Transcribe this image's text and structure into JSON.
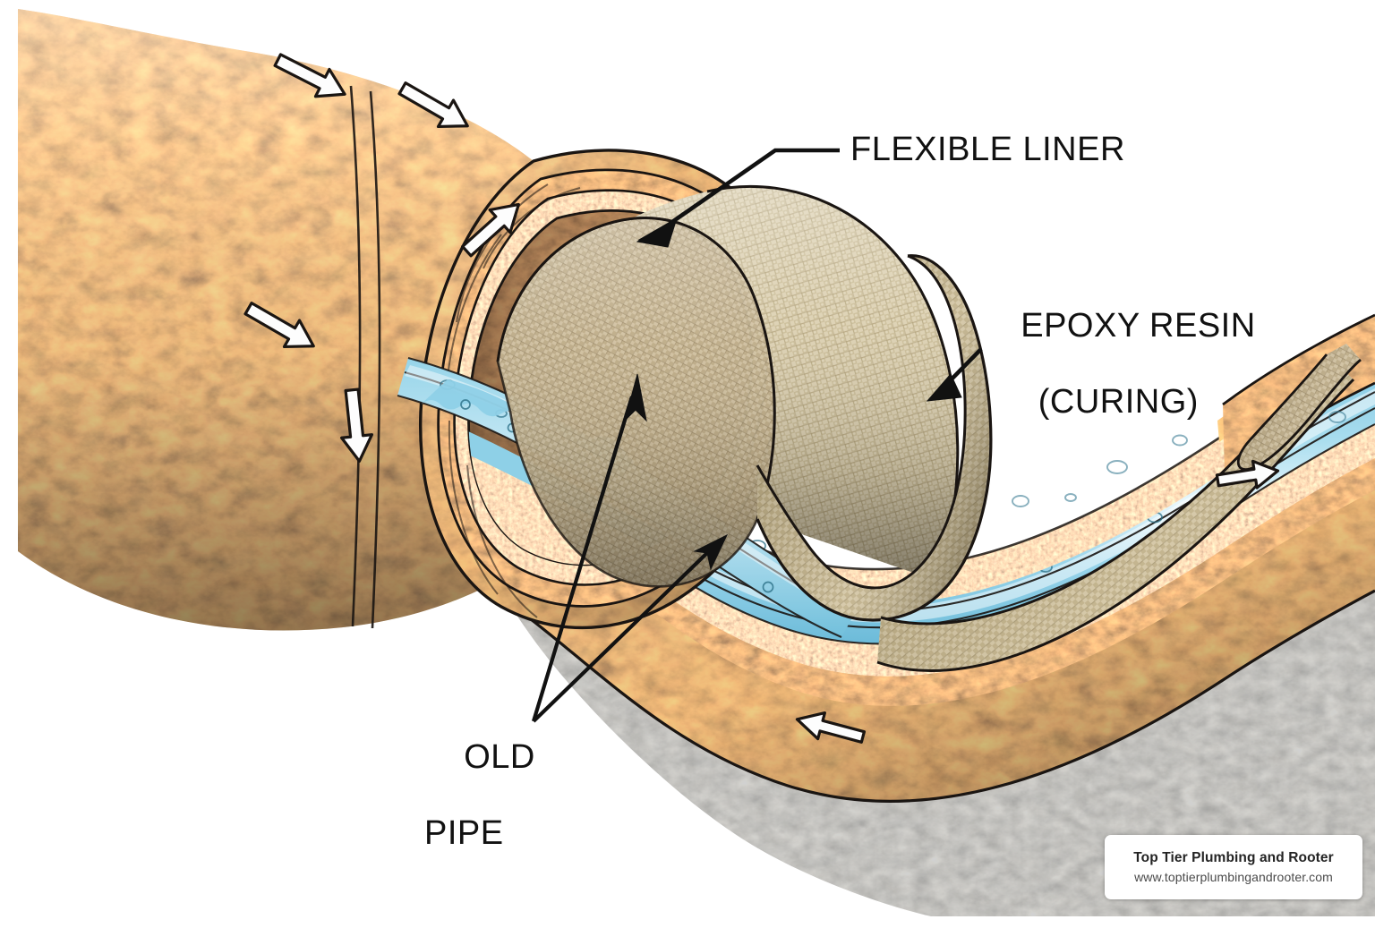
{
  "image": {
    "kind": "technical-cutaway-illustration",
    "subject": "CIPP pipe lining cutaway — old corroded pipe with flexible liner and curing epoxy resin",
    "background_color": "#ffffff"
  },
  "labels": {
    "flexible_liner": {
      "text": "FLEXIBLE LINER",
      "leader": "elbow leader from label left, down-left to arrowhead inside pipe bore"
    },
    "epoxy_resin": {
      "line1": "EPOXY RESIN",
      "line2": "(CURING)",
      "leader": "diagonal leader down-left to arrowhead at curled liner edge"
    },
    "old_pipe": {
      "line1": "OLD",
      "line2": "PIPE",
      "leader": "two leaders converging at a vertex, pointing up-right into pipe wall layers"
    }
  },
  "flow_arrows": {
    "description": "white arrows with black outline indicating flow direction",
    "items": [
      {
        "name": "arrow-top-left",
        "direction": "down-right"
      },
      {
        "name": "arrow-top-right",
        "direction": "down-right"
      },
      {
        "name": "arrow-rim-up",
        "direction": "up-right"
      },
      {
        "name": "arrow-mid-left",
        "direction": "down-right"
      },
      {
        "name": "arrow-rim-down",
        "direction": "down"
      },
      {
        "name": "arrow-far-right",
        "direction": "right"
      },
      {
        "name": "arrow-lower-left",
        "direction": "left"
      }
    ]
  },
  "materials": {
    "rust_orange": "#a8521f",
    "rust_dark": "#6b3a1c",
    "steel_gray": "#8d8e8c",
    "scale_brown": "#7d5536",
    "liner_beige": "#d8cbab",
    "liner_shadow": "#a1916f",
    "water_blue": "#8fd3e8",
    "water_light": "#cdeaf4",
    "outline": "#1a1512"
  },
  "watermark": {
    "title": "Top Tier Plumbing and Rooter",
    "url": "www.toptierplumbingandrooter.com"
  }
}
